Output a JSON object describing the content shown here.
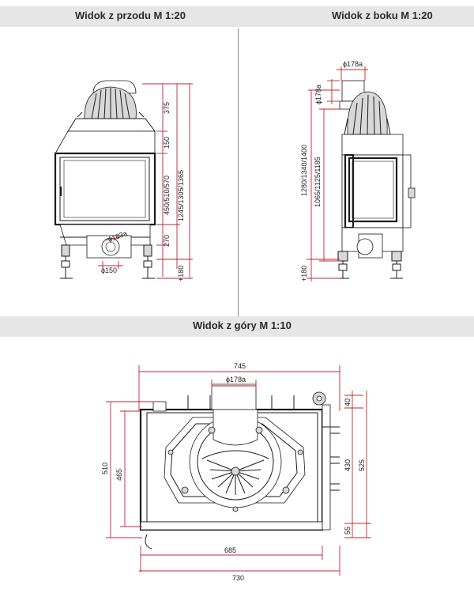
{
  "front": {
    "title": "Widok z przodu M 1:20",
    "dims": {
      "d375": "375",
      "d150": "150",
      "d450": "450/510/570",
      "d1245": "1245/1305/1365",
      "d270": "270",
      "d180": "+180",
      "phi183": "ϕ183a",
      "phi150": "ϕ150"
    }
  },
  "side": {
    "title": "Widok z boku M 1:20",
    "dims": {
      "phi178top": "ϕ178a",
      "phi178left": "ϕ178a",
      "d1280": "1280/1340/1400",
      "d1065": "1065/1125/1185",
      "d180": "+180"
    }
  },
  "top": {
    "title": "Widok z góry M 1:10",
    "dims": {
      "d745": "745",
      "phi178": "ϕ178a",
      "d510": "510",
      "d465": "465",
      "d40": "40",
      "d430": "430",
      "d525": "525",
      "d55": "55",
      "d685": "685",
      "d730": "730"
    }
  }
}
